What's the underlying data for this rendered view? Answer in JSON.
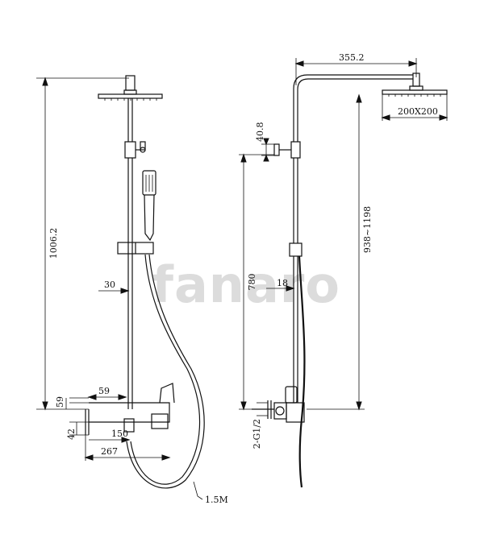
{
  "watermark": "fanaro",
  "left_view": {
    "dimensions": {
      "total_height": "1006.2",
      "bar_offset": "30",
      "mixer_top_height": "59",
      "mixer_depth": "59",
      "mixer_bottom_height": "42",
      "inlet_spacing": "150",
      "mixer_width": "267",
      "hose_length": "1.5M"
    }
  },
  "right_view": {
    "dimensions": {
      "arm_reach": "355.2",
      "head_size": "200X200",
      "diverter_height": "40.8",
      "adjust_range": "938~1198",
      "outlet_height": "780",
      "pipe_offset": "18",
      "inlet_thread": "2-G1/2"
    }
  }
}
